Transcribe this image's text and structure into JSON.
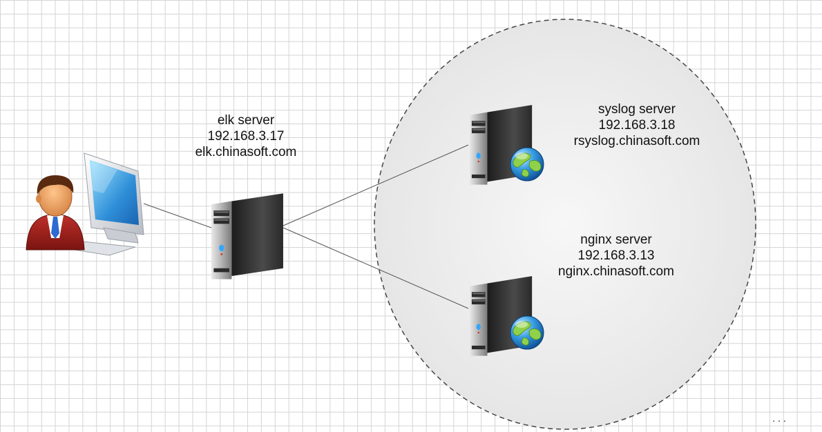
{
  "nodes": {
    "elk": {
      "name": "elk server",
      "ip": "192.168.3.17",
      "host": "elk.chinasoft.com"
    },
    "syslog": {
      "name": "syslog server",
      "ip": "192.168.3.18",
      "host": "rsyslog.chinasoft.com"
    },
    "nginx": {
      "name": "nginx server",
      "ip": "192.168.3.13",
      "host": "nginx.chinasoft.com"
    }
  },
  "more_indicator": ". . .",
  "colors": {
    "grid": "#d4d4d4",
    "link": "#555555",
    "zone_border": "#444444",
    "zone_fill": "#eeeeee"
  },
  "icons": [
    "user-icon",
    "monitor-icon",
    "server-icon",
    "globe-icon"
  ]
}
